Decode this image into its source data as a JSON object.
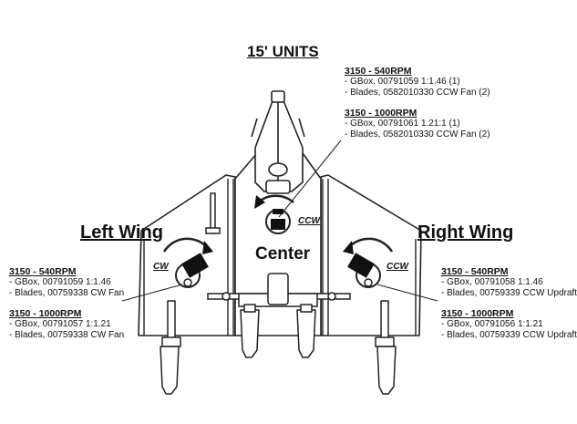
{
  "title": "15' UNITS",
  "labels": {
    "left_wing": "Left Wing",
    "right_wing": "Right Wing",
    "center": "Center",
    "ccw": "CCW",
    "cw": "CW"
  },
  "specs": {
    "center_540": {
      "heading": "3150 - 540RPM",
      "lines": [
        "- GBox, 00791059 1:1.46 (1)",
        "- Blades, 0582010330 CCW Fan (2)"
      ]
    },
    "center_1000": {
      "heading": "3150 - 1000RPM",
      "lines": [
        "- GBox, 00791061 1.21:1 (1)",
        "- Blades, 0582010330 CCW Fan (2)"
      ]
    },
    "left_540": {
      "heading": "3150 - 540RPM",
      "lines": [
        "- GBox, 00791059 1:1.46",
        "- Blades, 00759338 CW Fan"
      ]
    },
    "left_1000": {
      "heading": "3150 - 1000RPM",
      "lines": [
        "- GBox, 00791057 1:1.21",
        "- Blades, 00759338 CW Fan"
      ]
    },
    "right_540": {
      "heading": "3150 - 540RPM",
      "lines": [
        "- GBox, 00791058 1:1.46",
        "- Blades, 00759339 CCW Updraft"
      ]
    },
    "right_1000": {
      "heading": "3150 - 1000RPM",
      "lines": [
        "- GBox, 00791056 1:1.21",
        "- Blades, 00759339 CCW Updraft"
      ]
    }
  }
}
